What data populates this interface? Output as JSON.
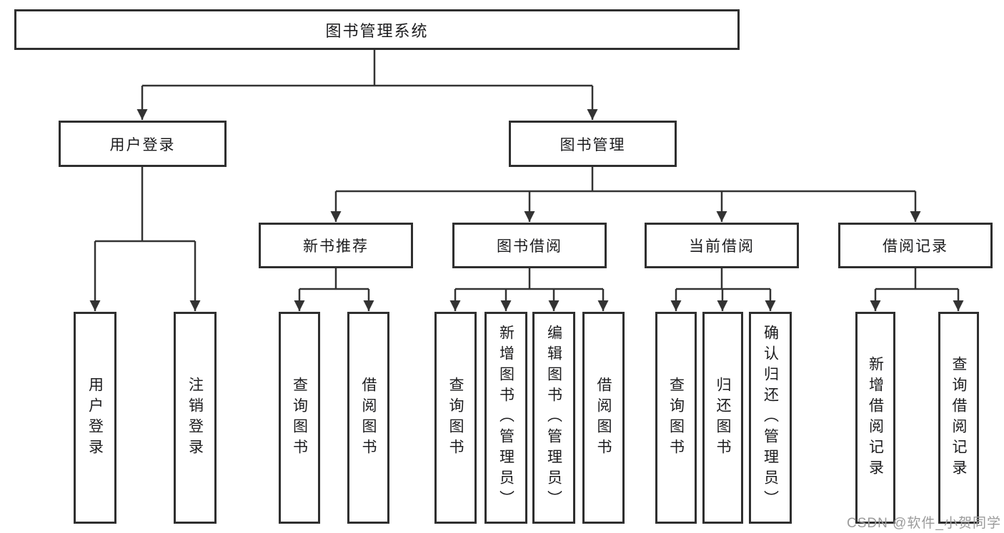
{
  "diagram_title": "图书管理系统",
  "colors": {
    "line": "#333333",
    "box_border": "#2f2f2f",
    "text": "#1c1c1e",
    "box_background": "#ffffff",
    "watermark": "#9b9b9b",
    "background": "#ffffff"
  },
  "nodes": {
    "root": {
      "label": "图书管理系统"
    },
    "user_login": {
      "label": "用户登录"
    },
    "book_mgmt": {
      "label": "图书管理"
    },
    "new_book_rec": {
      "label": "新书推荐"
    },
    "book_borrow": {
      "label": "图书借阅"
    },
    "current_borrow": {
      "label": "当前借阅"
    },
    "borrow_records": {
      "label": "借阅记录"
    },
    "leaf_user_login": {
      "label": "用户登录"
    },
    "leaf_logout": {
      "label": "注销登录"
    },
    "leaf_nbr_query_books": {
      "label": "查询图书"
    },
    "leaf_nbr_borrow_books": {
      "label": "借阅图书"
    },
    "leaf_bb_query_books": {
      "label": "查询图书"
    },
    "leaf_bb_add_books": {
      "label": "新增图书（管理员）"
    },
    "leaf_bb_edit_books": {
      "label": "编辑图书（管理员）"
    },
    "leaf_bb_borrow_books": {
      "label": "借阅图书"
    },
    "leaf_cb_query_books": {
      "label": "查询图书"
    },
    "leaf_cb_return_books": {
      "label": "归还图书"
    },
    "leaf_cb_confirm_return": {
      "label": "确认归还（管理员）"
    },
    "leaf_br_add_record": {
      "label": "新增借阅记录"
    },
    "leaf_br_query_record": {
      "label": "查询借阅记录"
    }
  },
  "watermark": {
    "text": "CSDN @软件_小贺同学"
  }
}
